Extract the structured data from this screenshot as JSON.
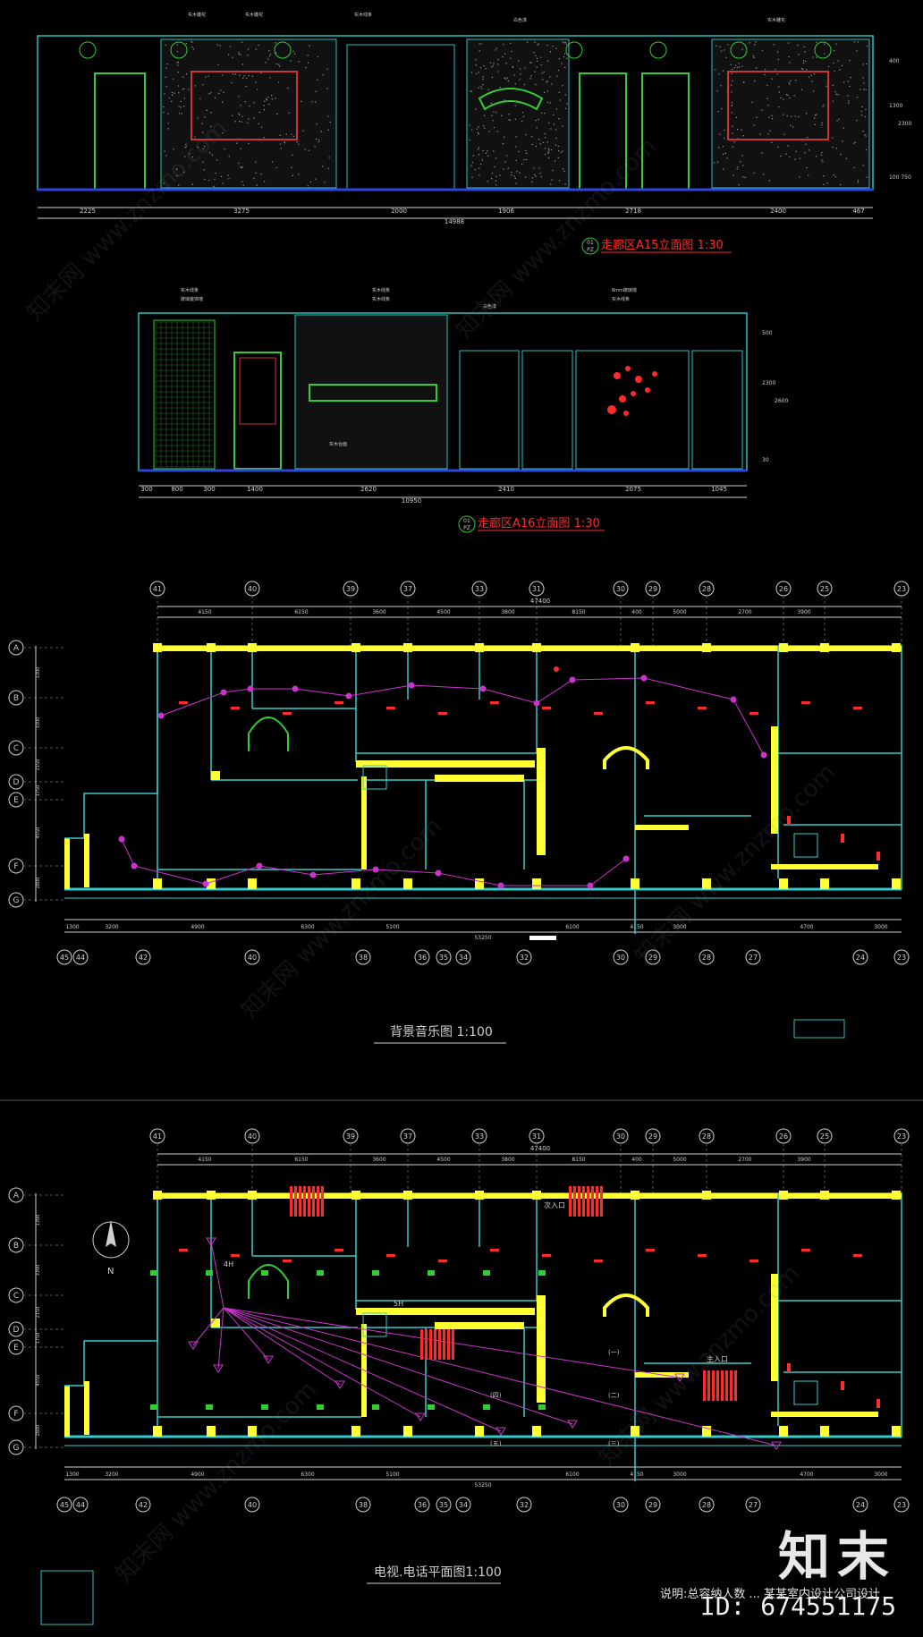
{
  "elevation_a15": {
    "title": "走廊区A15立面图 1:30",
    "badge_top": "01",
    "badge_bottom": "PZ",
    "dims": [
      "2225",
      "3275",
      "2000",
      "1906",
      "2718",
      "2400",
      "467"
    ],
    "total": "14988",
    "right_dims": [
      "400",
      "1300",
      "2300",
      "100 750"
    ],
    "callouts": [
      "实木雕花",
      "实木雕花",
      "实木线条",
      "白色漆",
      "实木雕花"
    ]
  },
  "elevation_a16": {
    "title": "走廊区A16立面图 1:30",
    "badge_top": "01",
    "badge_bottom": "PZ",
    "dims": [
      "300",
      "800",
      "300",
      "1400",
      "2620",
      "2410",
      "2075",
      "1045"
    ],
    "total": "10950",
    "right_dims": [
      "500",
      "2300",
      "2600",
      "30"
    ],
    "callouts": [
      "实木线条",
      "玻璃装饰墙",
      "实木线条",
      "实木线条",
      "白色漆",
      "8mm玻璃墙",
      "实木线条",
      "实木台面"
    ]
  },
  "plan_music": {
    "title": "背景音乐图 1:100",
    "top_axes": [
      "41",
      "40",
      "39",
      "37",
      "33",
      "31",
      "30",
      "29",
      "28",
      "26",
      "25",
      "23"
    ],
    "top_dims": [
      "4150",
      "6150",
      "3600",
      "4500",
      "3800",
      "8150",
      "400",
      "5000",
      "2700",
      "3900"
    ],
    "top_total": "47400",
    "bottom_axes": [
      "45",
      "44",
      "42",
      "40",
      "38",
      "36",
      "35",
      "34",
      "32",
      "30",
      "29",
      "28",
      "27",
      "24",
      "23"
    ],
    "bottom_dims": [
      "1300",
      "3200",
      "4900",
      "6300",
      "5100",
      "6100",
      "4150",
      "3000",
      "4700",
      "3000"
    ],
    "bottom_total": "53250",
    "rows": [
      "A",
      "B",
      "C",
      "D",
      "E",
      "F",
      "G"
    ],
    "row_dims": [
      "1300",
      "3300",
      "2150",
      "1750",
      "4550",
      "2800",
      "1800"
    ]
  },
  "plan_tv": {
    "title": "电视.电话平面图1:100",
    "top_axes": [
      "41",
      "40",
      "39",
      "37",
      "33",
      "31",
      "30",
      "29",
      "28",
      "26",
      "25",
      "23"
    ],
    "top_dims": [
      "4150",
      "6150",
      "3600",
      "4500",
      "3800",
      "8150",
      "400",
      "5000",
      "2700",
      "3900"
    ],
    "top_total": "47400",
    "bottom_axes": [
      "45",
      "44",
      "42",
      "40",
      "38",
      "36",
      "35",
      "34",
      "32",
      "30",
      "29",
      "28",
      "27",
      "24",
      "23"
    ],
    "bottom_dims": [
      "1300",
      "3200",
      "4900",
      "6300",
      "5100",
      "6100",
      "4150",
      "3000",
      "4700",
      "3000"
    ],
    "bottom_total": "53250",
    "rows": [
      "A",
      "B",
      "C",
      "D",
      "E",
      "F",
      "G"
    ],
    "row_dims": [
      "1300",
      "3300",
      "2150",
      "1750",
      "4550",
      "2800",
      "1800"
    ],
    "labels": [
      "次入口",
      "主入口",
      "4H",
      "5H",
      "N",
      "(一)",
      "(二)",
      "(三)",
      "(四)",
      "(五)"
    ]
  },
  "footer": {
    "note": "说明:总容纳人数 ... 某某室内设计公司设计",
    "logo": "知末",
    "id": "ID: 674551175"
  },
  "watermark": "知末网 www.znzmo.com",
  "colors": {
    "background": "#000000",
    "wall": "#ffff33",
    "line": "#33cccc",
    "wiring": "#cc33cc",
    "accent": "#ff2a2a",
    "green": "#33cc33"
  }
}
